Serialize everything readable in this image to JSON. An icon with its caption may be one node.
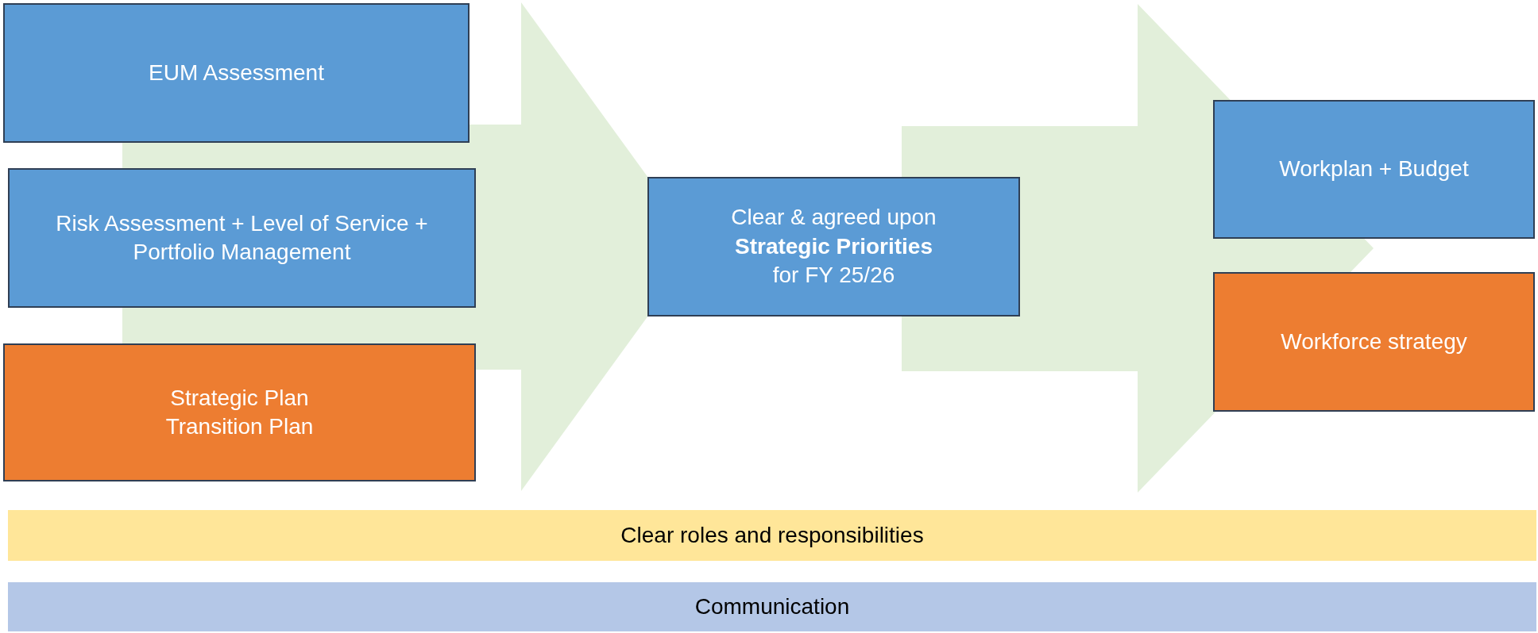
{
  "diagram": {
    "nodes": [
      {
        "text": [
          "EUM Assessment"
        ]
      },
      {
        "text": [
          "Risk Assessment + Level of Service + Portfolio Management"
        ]
      },
      {
        "text": [
          "Strategic Plan Transition Plan"
        ]
      },
      {
        "text": [
          "Clear & agreed upon **Strategic Priorities** for FY 25/26"
        ]
      },
      {
        "text": [
          "Workplan + Budget"
        ]
      },
      {
        "text": [
          "Workforce strategy"
        ]
      },
      {
        "text": [
          "Clear roles and responsibilities"
        ]
      },
      {
        "text": [
          "Communication"
        ]
      }
    ],
    "edges": [
      {
        "from": 0,
        "to": 3,
        "arrow": "to",
        "style": "thick",
        "color": "#e2efda"
      },
      {
        "from": 1,
        "to": 3,
        "arrow": "to",
        "style": "thick",
        "color": "#e2efda"
      },
      {
        "from": 2,
        "to": 3,
        "arrow": "to",
        "style": "thick",
        "color": "#e2efda"
      },
      {
        "from": 3,
        "to": 4,
        "arrow": "to",
        "style": "thick",
        "color": "#e2efda"
      },
      {
        "from": 3,
        "to": 5,
        "arrow": "to",
        "style": "thick",
        "color": "#e2efda"
      }
    ]
  }
}
